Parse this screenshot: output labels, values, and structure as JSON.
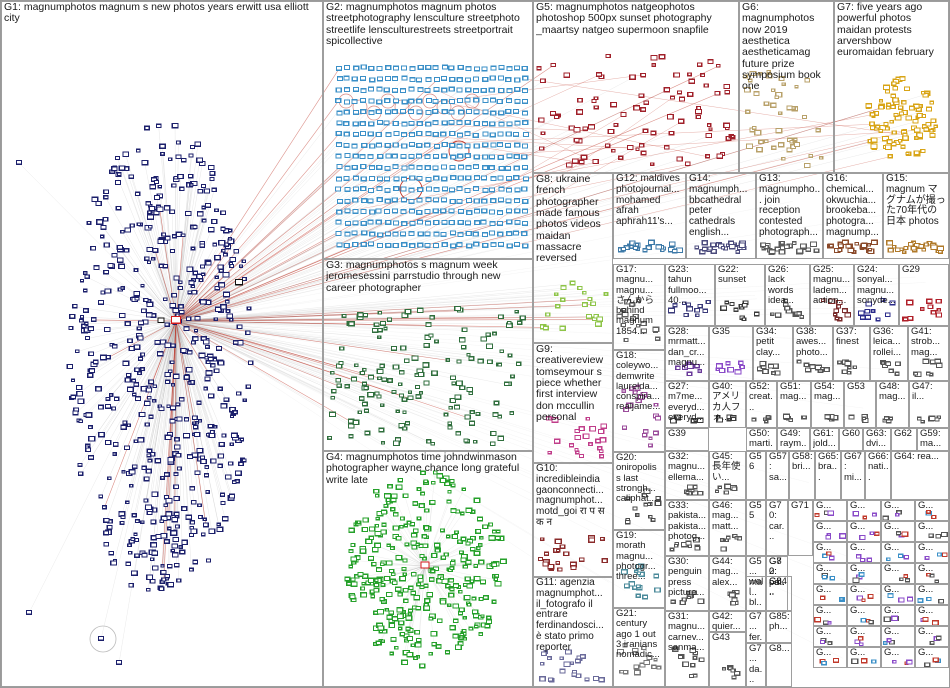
{
  "groups": [
    {
      "id": "G1",
      "label": "G1: magnumphotos magnum s new photos years erwitt usa elliott city",
      "color": "#1b1f6b",
      "lines": 2,
      "font": 10.5
    },
    {
      "id": "G2",
      "label": "G2: magnumphotos magnum photos streetphotography lensculture streetphoto streetlife lensculturestreets streetportrait spicollective",
      "color": "#3a8fc7",
      "lines": 4,
      "font": 10.5
    },
    {
      "id": "G3",
      "label": "G3: magnumphotos s magnum week jeromesessini parrstudio through new career photographer",
      "color": "#2f6e3c",
      "lines": 3,
      "font": 10.5
    },
    {
      "id": "G4",
      "label": "G4: magnumphotos time johndwinmason photographer wayne chance long grateful write late",
      "color": "#25a02a",
      "lines": 3,
      "font": 10.5
    },
    {
      "id": "G5",
      "label": "G5: magnumphotos natgeophotos photoshop 500px sunset photography _maartsy natgeo supermoon snapfile",
      "color": "#a0202a",
      "lines": 4,
      "font": 10.5
    },
    {
      "id": "G6",
      "label": "G6: magnumphotos now 2019 aesthetica aestheticamag future prize symposium book one",
      "color": "#b8a16a",
      "lines": 5,
      "font": 10.5
    },
    {
      "id": "G7",
      "label": "G7: five years ago powerful photos maidan protests arvershbow euromaidan february",
      "color": "#d8a416",
      "lines": 5,
      "font": 10.5
    },
    {
      "id": "G8",
      "label": "G8: ukraine french photographer made famous photos videos maidan massacre reversed",
      "color": "#8ec448",
      "lines": 8,
      "font": 10.5
    },
    {
      "id": "G12",
      "label": "G12: maldives photojournal... mohamed afrah aphrah11's...",
      "color": "#3d7aa8",
      "lines": 5,
      "font": 10
    },
    {
      "id": "G14",
      "label": "G14: magnumph... bbcathedral peter cathedrals english...",
      "color": "#4b4b7c",
      "lines": 5,
      "font": 10
    },
    {
      "id": "G13",
      "label": "G13: magnumpho... join reception contested photograph...",
      "color": "#5a5a5a",
      "lines": 5,
      "font": 10
    },
    {
      "id": "G16",
      "label": "G16: chemical... okwuchia... brookeba... photogra... magnump...",
      "color": "#8a4a2a",
      "lines": 5,
      "font": 10
    },
    {
      "id": "G15",
      "label": "G15: magnum マグナムが撮った70年代の日本 photos",
      "color": "#b07a2a",
      "lines": 5,
      "font": 10
    },
    {
      "id": "G9",
      "label": "G9: creativereview tomseymour s piece whether first interview don mccullin personal",
      "color": "#c03d8a",
      "lines": 7,
      "font": 10.5
    },
    {
      "id": "G10",
      "label": "G10: incredibleindia gaonconnecti... magnumphot... motd_goi रा प स क न",
      "color": "#8a2a2a",
      "lines": 7,
      "font": 10
    },
    {
      "id": "G11",
      "label": "G11: agenzia magnumphot... il_fotografo il entrare ferdinandosci... è stato primo reporter",
      "color": "#6a6a9a",
      "lines": 8,
      "font": 10
    },
    {
      "id": "G17",
      "label": "G17: magnu... magnu... さんから behind magnum 1854...",
      "color": "#5f5f5f",
      "lines": 6,
      "font": 9.5
    },
    {
      "id": "G18",
      "label": "G18: coleywo... demwrite laurelda... conspira... realjame...",
      "color": "#9b4c9b",
      "lines": 6,
      "font": 9.5
    },
    {
      "id": "G20",
      "label": "G20: oniropolis s last strongh... caliphat...",
      "color": "#4a4a4a",
      "lines": 4,
      "font": 9.5
    },
    {
      "id": "G19",
      "label": "G19: morath magnu... photogr... three...",
      "color": "#4a8a9a",
      "lines": 4,
      "font": 9.5
    },
    {
      "id": "G21",
      "label": "G21: century ago 1 out 3 iranians nomadic...",
      "color": "#777777",
      "lines": 5,
      "font": 9.5
    },
    {
      "id": "G23",
      "label": "G23: tahun fullmoo... 40...",
      "color": "#3a3a7a",
      "lines": 3,
      "font": 9.5
    },
    {
      "id": "G22",
      "label": "G22: sunset",
      "color": "#3a3a3a",
      "lines": 2,
      "font": 9.5
    },
    {
      "id": "G26",
      "label": "G26: lack words idea...",
      "color": "#555555",
      "lines": 3,
      "font": 9.5
    },
    {
      "id": "G25",
      "label": "G25: magnu... ladem... action...",
      "color": "#7a2a2a",
      "lines": 3,
      "font": 9.5
    },
    {
      "id": "G24",
      "label": "G24: sonyal... magnu... sonyde...",
      "color": "#2a2a8a",
      "lines": 3,
      "font": 9.5
    },
    {
      "id": "G29",
      "label": "G29",
      "color": "#b0202a",
      "lines": 1,
      "font": 9.5
    },
    {
      "id": "G28",
      "label": "G28: mrmatt... dan_cr... magnu...",
      "color": "#6a3a9a",
      "lines": 3,
      "font": 9.5
    },
    {
      "id": "G35",
      "label": "G35",
      "color": "#8a4ac8",
      "lines": 1,
      "font": 9.5
    },
    {
      "id": "G34",
      "label": "G34: petit clay...",
      "color": "#555555",
      "lines": 2,
      "font": 9.5
    },
    {
      "id": "G38",
      "label": "G38: awes... photo...",
      "color": "#555555",
      "lines": 2,
      "font": 9.5
    },
    {
      "id": "G37",
      "label": "G37: finest",
      "color": "#555555",
      "lines": 2,
      "font": 9.5
    },
    {
      "id": "G36",
      "label": "G36: leica... rollei...",
      "color": "#555555",
      "lines": 2,
      "font": 9.5
    },
    {
      "id": "G41",
      "label": "G41: strob... mag...",
      "color": "#555555",
      "lines": 2,
      "font": 9.5
    },
    {
      "id": "G27",
      "label": "G27: m7me... everyd... everyd...",
      "color": "#3a3a3a",
      "lines": 3,
      "font": 9.5
    },
    {
      "id": "G40",
      "label": "G40: アメリカ人フォ...",
      "color": "#3a3a3a",
      "lines": 2,
      "font": 9.5
    },
    {
      "id": "G52",
      "label": "G52: creat...",
      "color": "#555555",
      "lines": 2,
      "font": 9.5
    },
    {
      "id": "G51",
      "label": "G51: mag...",
      "color": "#555555",
      "lines": 2,
      "font": 9.5
    },
    {
      "id": "G54",
      "label": "G54: mag...",
      "color": "#555555",
      "lines": 2,
      "font": 9.5
    },
    {
      "id": "G53",
      "label": "G53",
      "color": "#555555",
      "lines": 1,
      "font": 9.5
    },
    {
      "id": "G48",
      "label": "G48: mag...",
      "color": "#555555",
      "lines": 2,
      "font": 9.5
    },
    {
      "id": "G47",
      "label": "G47: il...",
      "color": "#555555",
      "lines": 2,
      "font": 9.5
    },
    {
      "id": "G39",
      "label": "G39",
      "color": "#555555",
      "lines": 1,
      "font": 9.5
    },
    {
      "id": "G50",
      "label": "G50: marti...",
      "color": "#555555",
      "lines": 2,
      "font": 9.5
    },
    {
      "id": "G49",
      "label": "G49: raym...",
      "color": "#555555",
      "lines": 2,
      "font": 9.5
    },
    {
      "id": "G61",
      "label": "G61: jold...",
      "color": "#555555",
      "lines": 2,
      "font": 9.5
    },
    {
      "id": "G60",
      "label": "G60",
      "color": "#555555",
      "lines": 1,
      "font": 9.5
    },
    {
      "id": "G63",
      "label": "G63: dvi...",
      "color": "#555555",
      "lines": 2,
      "font": 9.5
    },
    {
      "id": "G62",
      "label": "G62",
      "color": "#555555",
      "lines": 1,
      "font": 9.5
    },
    {
      "id": "G59",
      "label": "G59: ma...",
      "color": "#555555",
      "lines": 2,
      "font": 9.5
    },
    {
      "id": "G32",
      "label": "G32: magnu... ellema...",
      "color": "#555555",
      "lines": 2,
      "font": 9.5
    },
    {
      "id": "G45",
      "label": "G45: 長年使い...",
      "color": "#555555",
      "lines": 2,
      "font": 9.5
    },
    {
      "id": "G56",
      "label": "G56",
      "color": "#555555",
      "lines": 1,
      "font": 9.5
    },
    {
      "id": "G57",
      "label": "G57: sa...",
      "color": "#555555",
      "lines": 2,
      "font": 9.5
    },
    {
      "id": "G58",
      "label": "G58: bri...",
      "color": "#555555",
      "lines": 2,
      "font": 9.5
    },
    {
      "id": "G65",
      "label": "G65: bra...",
      "color": "#555555",
      "lines": 2,
      "font": 9.5
    },
    {
      "id": "G67",
      "label": "G67: mi...",
      "color": "#555555",
      "lines": 2,
      "font": 9.5
    },
    {
      "id": "G66",
      "label": "G66: nati...",
      "color": "#555555",
      "lines": 2,
      "font": 9.5
    },
    {
      "id": "G64",
      "label": "G64: rea...",
      "color": "#555555",
      "lines": 2,
      "font": 9.5
    },
    {
      "id": "G33",
      "label": "G33: pakista... pakista... photog...",
      "color": "#555555",
      "lines": 3,
      "font": 9.5
    },
    {
      "id": "G46",
      "label": "G46: mag... matt...",
      "color": "#555555",
      "lines": 2,
      "font": 9.5
    },
    {
      "id": "G55",
      "label": "G55",
      "color": "#555555",
      "lines": 1,
      "font": 9.5
    },
    {
      "id": "G70",
      "label": "G70: car...",
      "color": "#555555",
      "lines": 2,
      "font": 9.5
    },
    {
      "id": "G71",
      "label": "G71",
      "color": "#555555",
      "lines": 1,
      "font": 9.5
    },
    {
      "id": "G30",
      "label": "G30: penguin press picture...",
      "color": "#555555",
      "lines": 3,
      "font": 9.5
    },
    {
      "id": "G44",
      "label": "G44: mag... alex...",
      "color": "#555555",
      "lines": 2,
      "font": 9.5
    },
    {
      "id": "G72",
      "label": "G72: oa...",
      "color": "#555555",
      "lines": 2,
      "font": 9.5
    },
    {
      "id": "G80",
      "label": "G80: pol...",
      "color": "#555555",
      "lines": 2,
      "font": 9.5
    },
    {
      "id": "G42",
      "label": "G42: quier... 18",
      "color": "#555555",
      "lines": 2,
      "font": 9.5
    },
    {
      "id": "G5x",
      "label": "G5... ma... bl...",
      "color": "#555555",
      "lines": 3,
      "font": 9.5
    },
    {
      "id": "G84",
      "label": "G84",
      "color": "#555555",
      "lines": 1,
      "font": 9.5
    },
    {
      "id": "G31",
      "label": "G31: magnu... carnev... sanma...",
      "color": "#555555",
      "lines": 3,
      "font": 9.5
    },
    {
      "id": "G43",
      "label": "G43",
      "color": "#555555",
      "lines": 1,
      "font": 9.5
    },
    {
      "id": "G7x",
      "label": "G7... fer...",
      "color": "#555555",
      "lines": 2,
      "font": 9.5
    },
    {
      "id": "G85",
      "label": "G85: ph...",
      "color": "#555555",
      "lines": 2,
      "font": 9.5
    },
    {
      "id": "G7y",
      "label": "G7... da...",
      "color": "#555555",
      "lines": 2,
      "font": 9.5
    },
    {
      "id": "G8x",
      "label": "G8...",
      "color": "#555555",
      "lines": 1,
      "font": 9.5
    },
    {
      "id": "Gw",
      "label": "well",
      "color": "#555555",
      "lines": 1,
      "font": 9.5
    },
    {
      "id": "G8y",
      "label": "G8...",
      "color": "#555555",
      "lines": 1,
      "font": 9.5
    }
  ],
  "small_cell_label": "G...",
  "edge_colors": {
    "gray": "#b4b4b4",
    "red": "#c0392b"
  },
  "hub_colors": {
    "hub": "#d41c1c",
    "highlight": "#111111"
  }
}
